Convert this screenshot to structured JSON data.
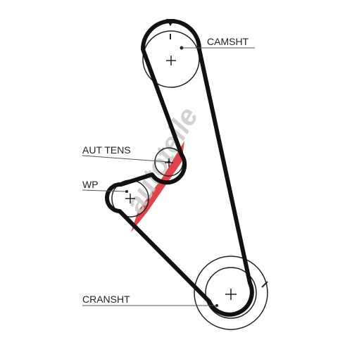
{
  "labels": {
    "camshaft": "CAMSHT",
    "tensioner": "AUT TENS",
    "water_pump": "WP",
    "crankshaft": "CRANSHT"
  },
  "watermark": {
    "text": "autoteile",
    "colors": {
      "text": "#c9c9c9",
      "accent": "#d8232a"
    }
  },
  "colors": {
    "belt": "#111111",
    "pulley": "#222222",
    "leader": "#555555"
  }
}
